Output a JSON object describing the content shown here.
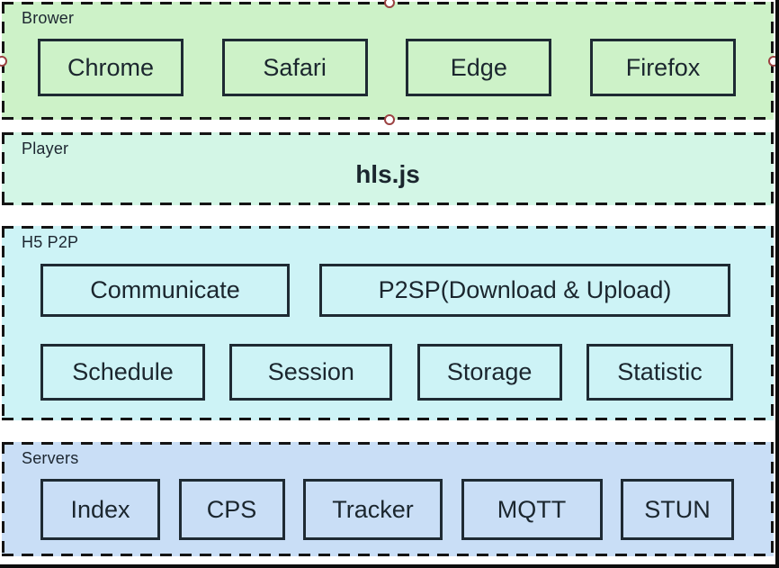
{
  "layers": {
    "browser": {
      "label": "Brower",
      "boxes": [
        "Chrome",
        "Safari",
        "Edge",
        "Firefox"
      ]
    },
    "player": {
      "label": "Player",
      "title": "hls.js"
    },
    "h5p2p": {
      "label": "H5 P2P",
      "row1": [
        "Communicate",
        "P2SP(Download & Upload)"
      ],
      "row2": [
        "Schedule",
        "Session",
        "Storage",
        "Statistic"
      ]
    },
    "servers": {
      "label": "Servers",
      "boxes": [
        "Index",
        "CPS",
        "Tracker",
        "MQTT",
        "STUN"
      ]
    }
  },
  "colors": {
    "browser_bg": "#cdf2c8",
    "player_bg": "#d3f6e6",
    "h5p2p_bg": "#cdf3f6",
    "servers_bg": "#c9def6",
    "dashed_border": "#141414",
    "box_border": "#1e2a33",
    "text": "#1b262e",
    "selection_handle_stroke": "#9c4242",
    "selection_handle_fill": "#ffffff"
  }
}
